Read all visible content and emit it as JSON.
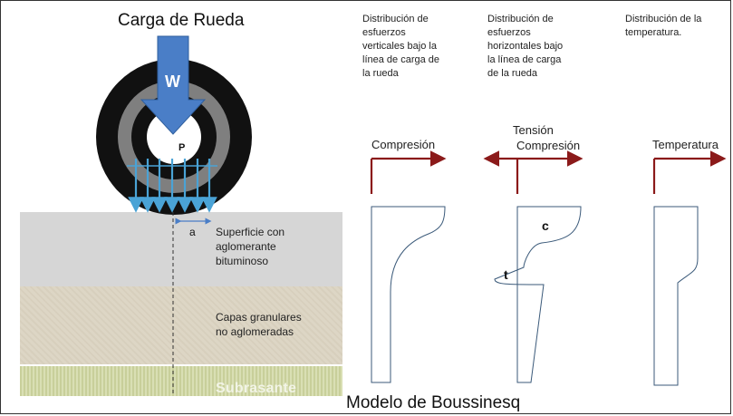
{
  "wheel": {
    "title": "Carga de Rueda",
    "load_label": "W",
    "pressure_label": "P",
    "radius_label": "a"
  },
  "layers": [
    {
      "label": "Superficie con aglomerante bituminoso",
      "lines": [
        "Superficie con",
        "aglomerante",
        "bituminoso"
      ]
    },
    {
      "label": "Capas granulares no aglomeradas",
      "lines": [
        "Capas granulares",
        "no aglomeradas"
      ]
    },
    {
      "label": "Subrasante",
      "lines": [
        "Subrasante"
      ]
    }
  ],
  "columns": [
    {
      "header": [
        "Distribución de",
        "esfuerzos",
        "verticales  bajo la",
        "línea  de carga de",
        "la rueda"
      ],
      "axis_label": "Compresión"
    },
    {
      "header": [
        "Distribución de",
        "esfuerzos",
        "horizontales bajo",
        "la línea  de carga",
        "de la rueda"
      ],
      "axis_label_top": "Tensión",
      "axis_label": "Compresión",
      "c_label": "c",
      "t_label": "t"
    },
    {
      "header": [
        "Distribución de la",
        "temperatura."
      ],
      "axis_label": "Temperatura"
    }
  ],
  "model_title": "Modelo de Boussinesq",
  "colors": {
    "tire": "#111111",
    "tire_ring": "#7f7f7f",
    "load_arrow": "#4a7ec7",
    "pressure_arrows": "#4aa3d6",
    "axis_arrow": "#8b1a1a",
    "surface_layer": "#d4d4d4",
    "granular_layer": "#ddd5c4",
    "subgrade_layer": "#c9cf9d",
    "curve": "#3b5a7a"
  }
}
